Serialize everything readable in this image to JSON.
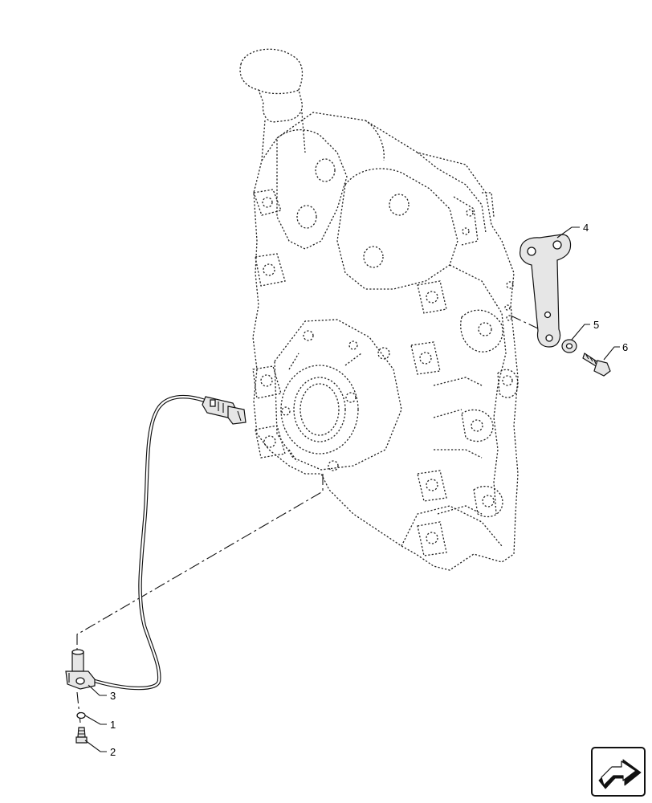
{
  "callouts": [
    {
      "id": "1",
      "label": "1"
    },
    {
      "id": "2",
      "label": "2"
    },
    {
      "id": "3",
      "label": "3"
    },
    {
      "id": "4",
      "label": "4"
    },
    {
      "id": "5",
      "label": "5"
    },
    {
      "id": "6",
      "label": "6"
    }
  ],
  "icons": {
    "nav_arrow": "next-page-arrow-icon"
  },
  "colors": {
    "line": "#111111",
    "part_fill": "#e6e6e6",
    "background": "#ffffff"
  }
}
